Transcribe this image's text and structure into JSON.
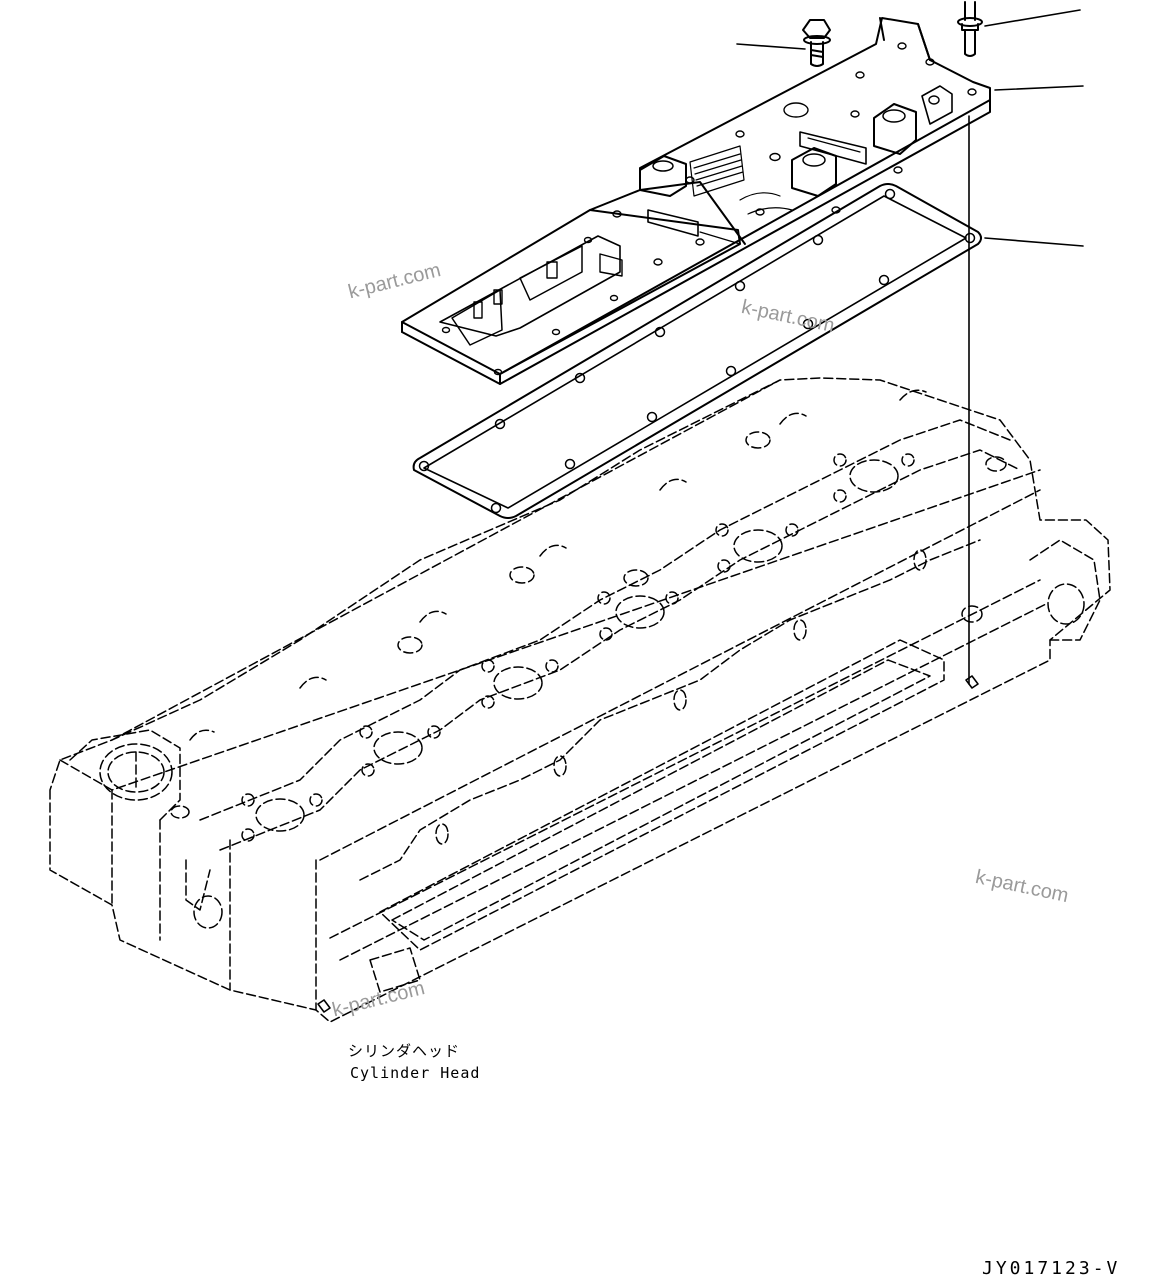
{
  "diagram": {
    "label_jp": "シリンダヘッド",
    "label_en": "Cylinder Head",
    "figure_code": "JY017123-V",
    "watermarks": [
      "k-part.com",
      "k-part.com",
      "k-part.com",
      "k-part.com"
    ]
  }
}
